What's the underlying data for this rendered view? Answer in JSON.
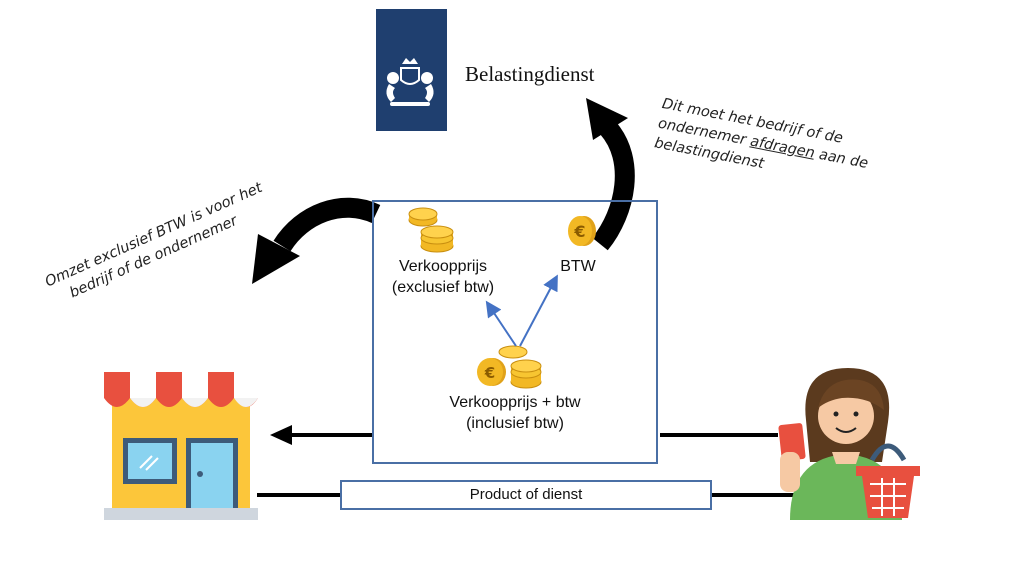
{
  "authority": {
    "name": "Belastingdienst",
    "logo_color": "#1f3f6f"
  },
  "center": {
    "left_item": {
      "line1": "Verkoopprijs",
      "line2": "(exclusief btw)"
    },
    "right_item": {
      "line1": "BTW"
    },
    "bottom_item": {
      "line1": "Verkoopprijs + btw",
      "line2": "(inclusief btw)"
    }
  },
  "annotations": {
    "left": {
      "line1": "Omzet exclusief BTW is voor het",
      "line2": "bedrijf of de ondernemer"
    },
    "right": {
      "line1": "Dit moet het bedrijf of de",
      "line2_pre": "ondernemer ",
      "line2_u": "afdragen",
      "line2_post": " aan de",
      "line3": "belastingdienst"
    }
  },
  "flow": {
    "product_label": "Product of dienst"
  },
  "colors": {
    "box_border": "#4a6fa5",
    "arrow_blue": "#4472c4",
    "coin_gold": "#f2b824",
    "awning_red": "#e8503f"
  },
  "icons": {
    "logo": "royal-coat-of-arms-icon",
    "shop": "shop-storefront-icon",
    "customer": "customer-with-basket-icon",
    "coins": "coin-stack-icon"
  }
}
